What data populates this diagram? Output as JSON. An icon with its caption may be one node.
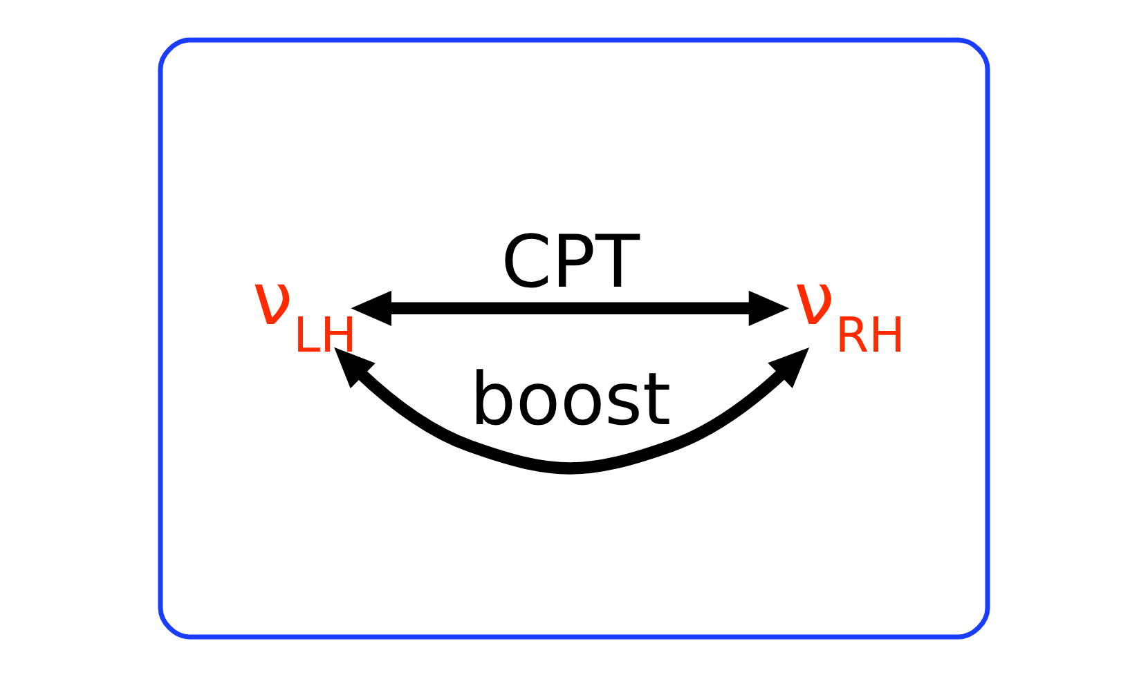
{
  "diagram": {
    "nodes": [
      {
        "text": [],
        "shape": "box"
      },
      {
        "text": [
          "ν$_{LH}$"
        ],
        "in": 0
      },
      {
        "text": [
          "ν$_{RH}$"
        ],
        "in": 0
      }
    ],
    "edges": [
      {
        "from": 1,
        "to": 2,
        "arrow": "both",
        "label": "boost"
      },
      {
        "from": 1,
        "to": 2,
        "arrow": "both",
        "label": "CPT"
      }
    ]
  }
}
